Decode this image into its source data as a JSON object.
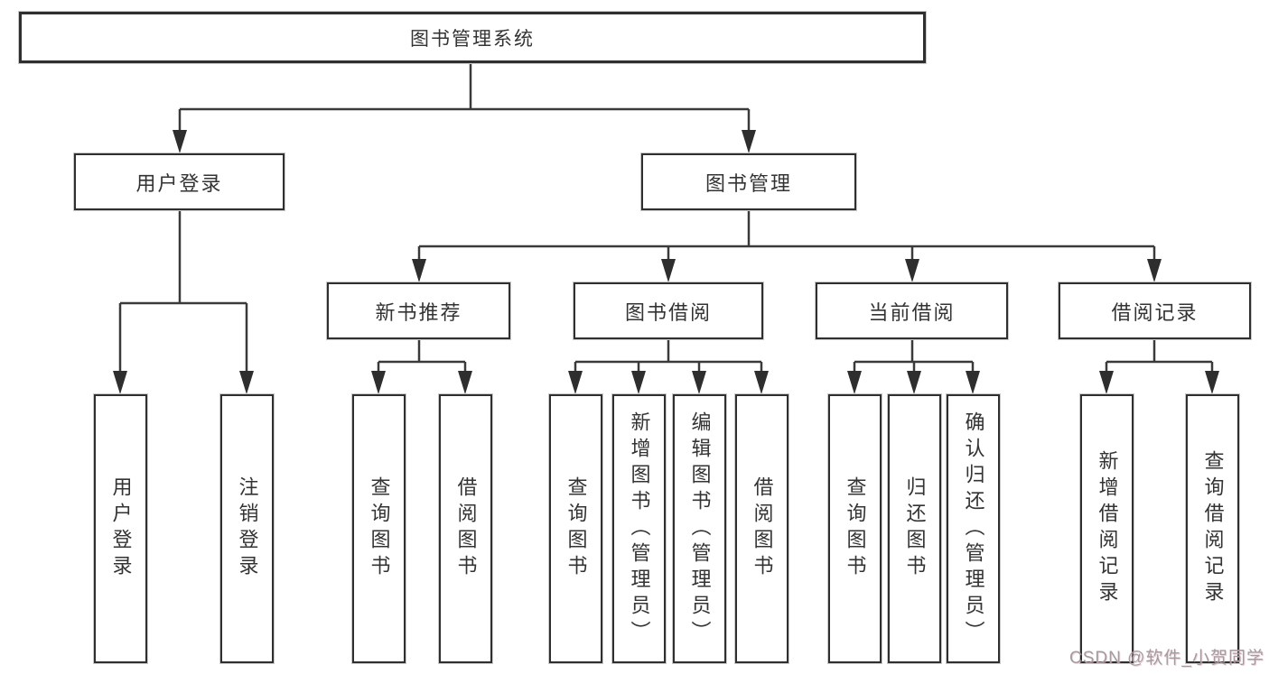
{
  "diagram": {
    "watermark": "CSDN @软件_小贺同学",
    "colors": {
      "line": "#3a3a3a",
      "box_border": "#2f2f2f",
      "text": "#333333",
      "background": "#ffffff",
      "watermark": "#9e9e9e"
    },
    "tree": {
      "root": {
        "label": "图书管理系统"
      },
      "branches": [
        {
          "label": "用户登录",
          "children": [
            "用户登录",
            "注销登录"
          ]
        },
        {
          "label": "图书管理",
          "sections": [
            {
              "label": "新书推荐",
              "children": [
                "查询图书",
                "借阅图书"
              ]
            },
            {
              "label": "图书借阅",
              "children": [
                "查询图书",
                "新增图书（管理员）",
                "编辑图书（管理员）",
                "借阅图书"
              ]
            },
            {
              "label": "当前借阅",
              "children": [
                "查询图书",
                "归还图书",
                "确认归还（管理员）"
              ]
            },
            {
              "label": "借阅记录",
              "children": [
                "新增借阅记录",
                "查询借阅记录"
              ]
            }
          ]
        }
      ]
    }
  }
}
